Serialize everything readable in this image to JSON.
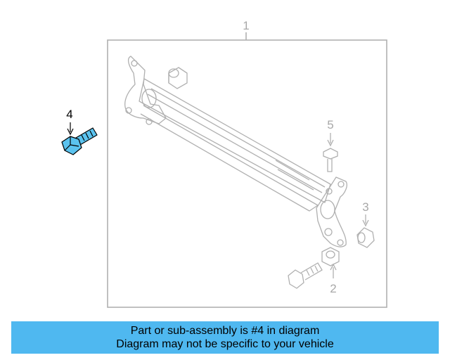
{
  "diagram": {
    "callouts": {
      "frame": "1",
      "nut": "2",
      "bushing": "3",
      "bolt": "4",
      "stud": "5"
    },
    "highlight_color": "#5bc3ef",
    "line_color": "#b0b0b0",
    "active_line_color": "#000000"
  },
  "banner": {
    "line1": "Part or sub-assembly is #4 in diagram",
    "line2": "Diagram may not be specific to your vehicle",
    "color": "#4fb8f0"
  }
}
